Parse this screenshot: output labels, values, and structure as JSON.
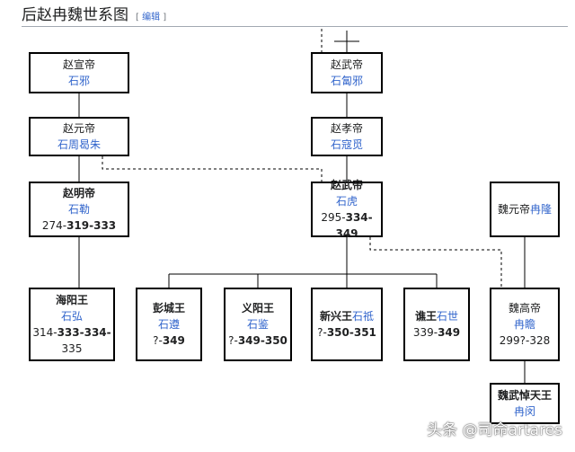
{
  "header": {
    "title": "后赵冉魏世系图",
    "edit_open": "[",
    "edit_label": "编辑",
    "edit_close": "]"
  },
  "nodes": {
    "zhao_xuan": {
      "title": "赵宣帝",
      "name": "石邪"
    },
    "zhao_wu": {
      "title": "赵武帝",
      "name": "石匐邪"
    },
    "zhao_yuan": {
      "title": "赵元帝",
      "name": "石周曷朱"
    },
    "zhao_xiao": {
      "title": "赵孝帝",
      "name": "石寇觅"
    },
    "zhao_ming": {
      "title": "赵明帝",
      "name": "石勒",
      "y1": "274-",
      "y2": "319-333"
    },
    "zhao_wudi": {
      "title": "赵武帝",
      "name": "石虎",
      "y1": "295-",
      "y2": "334-349"
    },
    "wei_yuan": {
      "title": "魏元帝",
      "name": "冉隆"
    },
    "haiyang": {
      "title": "海阳王",
      "name": "石弘",
      "y1": "314-",
      "y2": "333-334-",
      "y3": "335"
    },
    "pengcheng": {
      "title": "彭城王",
      "name": "石遵",
      "y1": "?-",
      "y2": "349"
    },
    "yiyang": {
      "title": "义阳王",
      "name": "石鉴",
      "y1": "?-",
      "y2": "349-350"
    },
    "xinxing": {
      "title": "新兴王",
      "name": "石祗",
      "y1": "?-",
      "y2": "350-351"
    },
    "qiao": {
      "title": "谯王",
      "name": "石世",
      "y1": "339-",
      "y2": "349"
    },
    "wei_gao": {
      "title": "魏高帝",
      "name": "冉瞻",
      "y1": "299?-328"
    },
    "wei_wudao": {
      "title": "魏武悼天王",
      "name": "冉闵"
    }
  },
  "watermark": "头条 @司命artares"
}
